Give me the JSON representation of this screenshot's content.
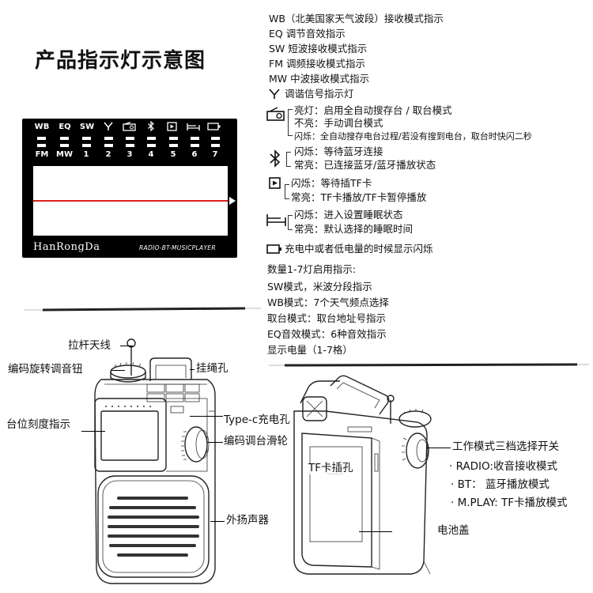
{
  "title": "产品指示灯示意图",
  "panel": {
    "top_labels": [
      "WB",
      "EQ",
      "SW",
      "",
      "",
      "",
      "",
      "",
      ""
    ],
    "bottom_labels": [
      "FM",
      "MW",
      "1",
      "2",
      "3",
      "4",
      "5",
      "6",
      "7"
    ],
    "brand": "HanRongDa",
    "subbrand": "RADIO-BT-MUSICPLAYER"
  },
  "descriptions": {
    "wb": "WB（北美国家天气波段）接收模式指示",
    "eq": "EQ 调节音效指示",
    "sw": "SW 短波接收模式指示",
    "fm": "FM 调频接收模式指示",
    "mw": "MW 中波接收模式指示",
    "tune": "调谐信号指示灯",
    "store_on": "亮灯：启用全自动搜存台 / 取台模式",
    "store_off": "不亮：手动调台模式",
    "store_blink": "闪烁：全自动搜存电台过程/若没有搜到电台，取台时快闪二秒",
    "bt_blink": "闪烁：等待蓝牙连接",
    "bt_on": "常亮：已连接蓝牙/蓝牙播放状态",
    "tf_blink": "闪烁：等待插TF卡",
    "tf_on": "常亮：TF卡播放/TF卡暂停播放",
    "sleep_blink": "闪烁：进入设置睡眠状态",
    "sleep_on": "常亮：默认选择的睡眠时间",
    "battery": "充电中或者低电量的时候显示闪烁",
    "num_title": "数量1-7灯启用指示:",
    "num_sw": "SW模式，米波分段指示",
    "num_wb": "WB模式：7个天气频点选择",
    "num_take": "取台模式：取台地址号指示",
    "num_eq": "EQ音效模式：6种音效指示",
    "num_bat": "显示电量（1-7格）"
  },
  "callouts": {
    "antenna": "拉杆天线",
    "encoder_knob": "编码旋转调音钮",
    "lanyard": "挂绳孔",
    "scale": "台位刻度指示",
    "typec": "Type-c充电孔",
    "wheel": "编码调台滑轮",
    "speaker": "外扬声器",
    "tf_slot": "TF卡插孔",
    "battery_cover": "电池盖",
    "mode_switch": "工作模式三档选择开关",
    "mode_radio": "· RADIO:收音接收模式",
    "mode_bt": "· BT： 蓝牙播放模式",
    "mode_mplay": "· M.PLAY: TF卡播放模式"
  }
}
